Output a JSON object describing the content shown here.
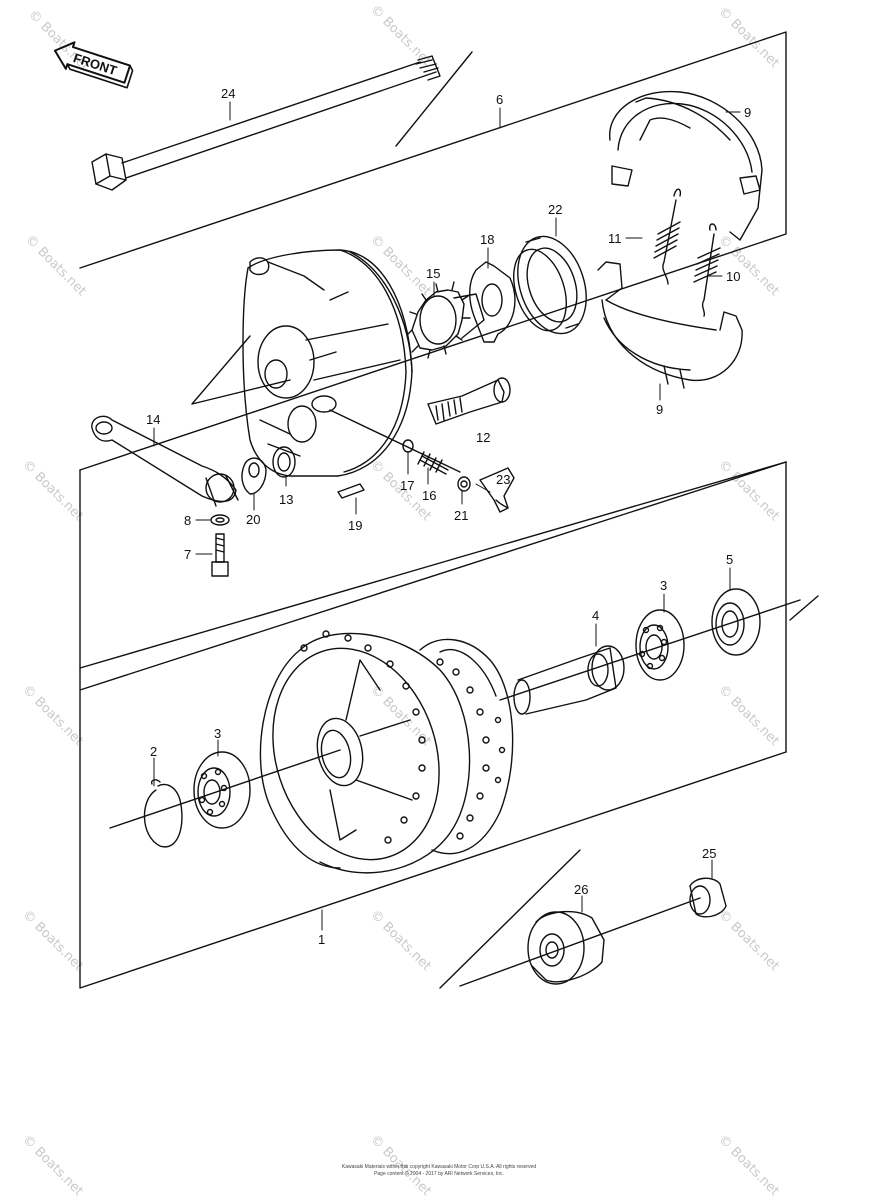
{
  "front_label": "FRONT",
  "watermark": "© Boats.net",
  "callouts": {
    "c1": "1",
    "c2": "2",
    "c3a": "3",
    "c3b": "3",
    "c4": "4",
    "c5": "5",
    "c6": "6",
    "c7": "7",
    "c8": "8",
    "c9a": "9",
    "c9b": "9",
    "c10": "10",
    "c11": "11",
    "c12": "12",
    "c13": "13",
    "c14": "14",
    "c15": "15",
    "c16": "16",
    "c17": "17",
    "c18": "18",
    "c19": "19",
    "c20": "20",
    "c21": "21",
    "c22": "22",
    "c23": "23",
    "c24": "24",
    "c25": "25",
    "c26": "26"
  },
  "copyright": {
    "line1": "Kawasaki Materials within this copyright Kawasaki Motor Corp U.S.A. All rights reserved",
    "line2": "Page content © 2004 - 2017 by ARI Network Services, Inc."
  },
  "colors": {
    "line": "#111111",
    "watermark": "#c9c9c9"
  }
}
